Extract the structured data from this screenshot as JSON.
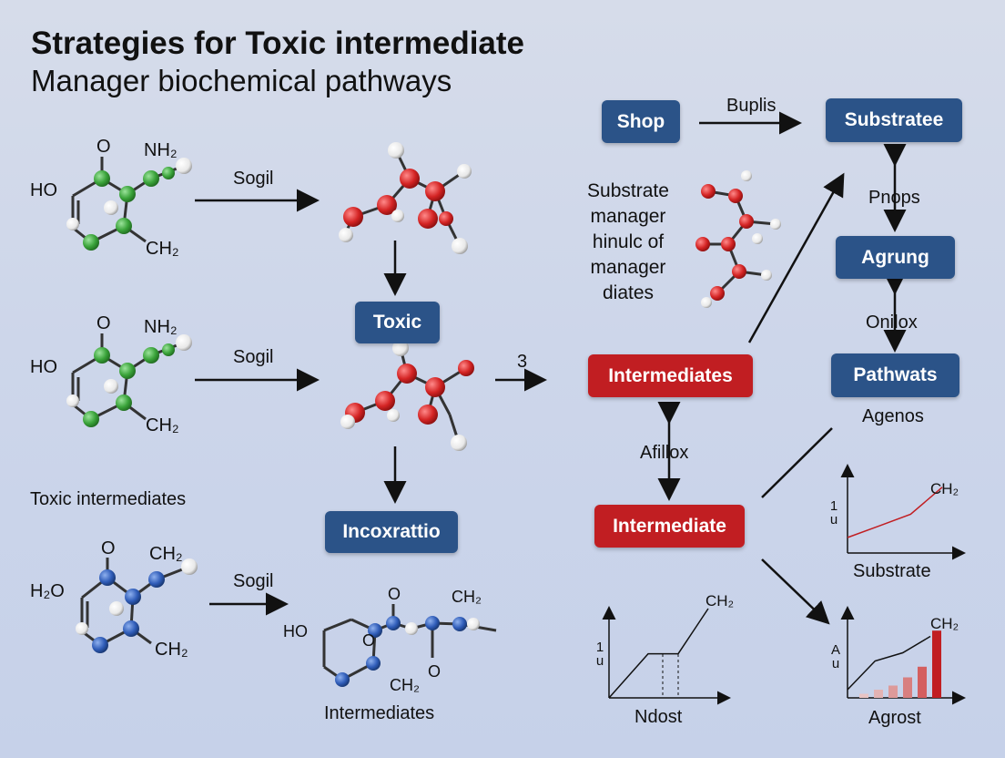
{
  "title": {
    "line1": "Strategies for  Toxic intermediate",
    "line2": "Manager biochemical pathways"
  },
  "left_labels": {
    "ho_1": "HO",
    "o_1": "O",
    "nh2_1": "NH₂",
    "ch2_1": "CH₂",
    "ho_2": "HO",
    "o_2": "O",
    "nh2_2": "NH₂",
    "ch2_2": "CH₂",
    "toxic_intermediates": "Toxic intermediates",
    "h2o_3": "H₂O",
    "o_3": "O",
    "ch2_3a": "CH₂",
    "ch2_3b": "CH₂"
  },
  "arrow_labels": {
    "sogil_1": "Sogil",
    "sogil_2": "Sogil",
    "sogil_3": "Sogil",
    "three": "3",
    "buplis": "Buplis",
    "pnops": "Pnops",
    "onilox": "Onilox",
    "afillox": "Afillox"
  },
  "boxes": {
    "toxic": "Toxic",
    "incoxrattio": "Incoxrattio",
    "shop": "Shop",
    "substratee": "Substratee",
    "agrung": "Agrung",
    "pathwats": "Pathwats",
    "intermediates": "Intermediates",
    "intermediate": "Intermediate"
  },
  "middle_labels": {
    "substrate_text": [
      "Substrate",
      "manager",
      "hinulc of",
      "manager",
      "diates"
    ],
    "bottom_ho": "HO",
    "bottom_o1": "O",
    "bottom_o2": "O",
    "bottom_o3": "O",
    "bottom_ch2a": "CH₂",
    "bottom_ch2b": "CH₂",
    "intermediates_caption": "Intermediates"
  },
  "agenos": "Agenos",
  "colors": {
    "box_blue": "#2b5388",
    "box_red": "#c11e22",
    "atom_green": "#3aa33a",
    "atom_red": "#d42424",
    "atom_blue": "#2f5cb8",
    "atom_white": "#f4f4f4"
  },
  "chart_data": [
    {
      "type": "line",
      "name_label": "Substrate",
      "ylabel": "1\nu",
      "annotation": "CH₂",
      "series": [
        {
          "values": [
            0.2,
            0.35,
            0.5,
            0.85
          ]
        }
      ]
    },
    {
      "type": "line",
      "name_label": "Ndost",
      "ylabel": "1\nu",
      "annotation": "CH₂",
      "series": [
        {
          "values": [
            0.0,
            0.55,
            0.55,
            1.0
          ]
        }
      ]
    },
    {
      "type": "bar",
      "name_label": "Agrost",
      "ylabel": "A\nu",
      "annotation": "CH₂",
      "values": [
        0.05,
        0.1,
        0.15,
        0.25,
        0.38,
        0.82
      ],
      "line": [
        0.1,
        0.45,
        0.55,
        0.75
      ]
    }
  ]
}
